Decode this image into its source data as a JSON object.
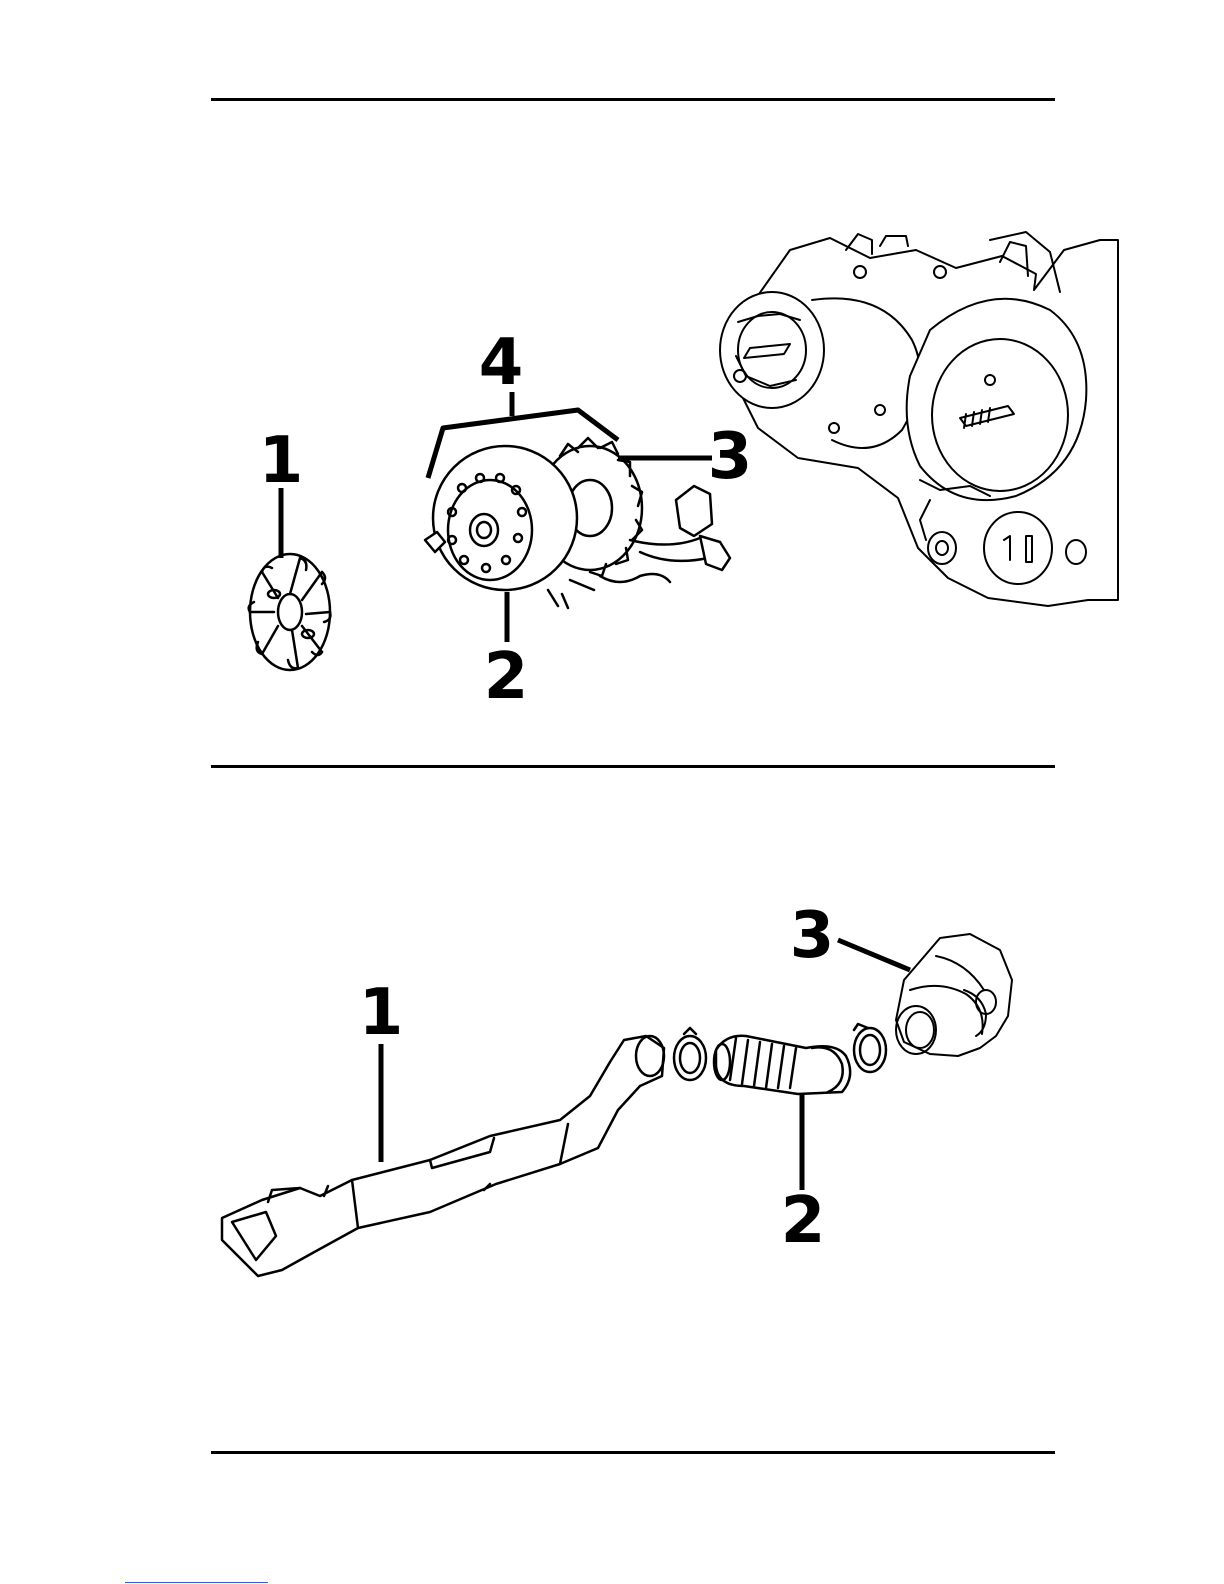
{
  "figures": [
    {
      "id": "figure-top",
      "callouts": [
        {
          "label": "1"
        },
        {
          "label": "2"
        },
        {
          "label": "3"
        },
        {
          "label": "4"
        }
      ]
    },
    {
      "id": "figure-bottom",
      "callouts": [
        {
          "label": "1"
        },
        {
          "label": "2"
        },
        {
          "label": "3"
        }
      ]
    }
  ]
}
